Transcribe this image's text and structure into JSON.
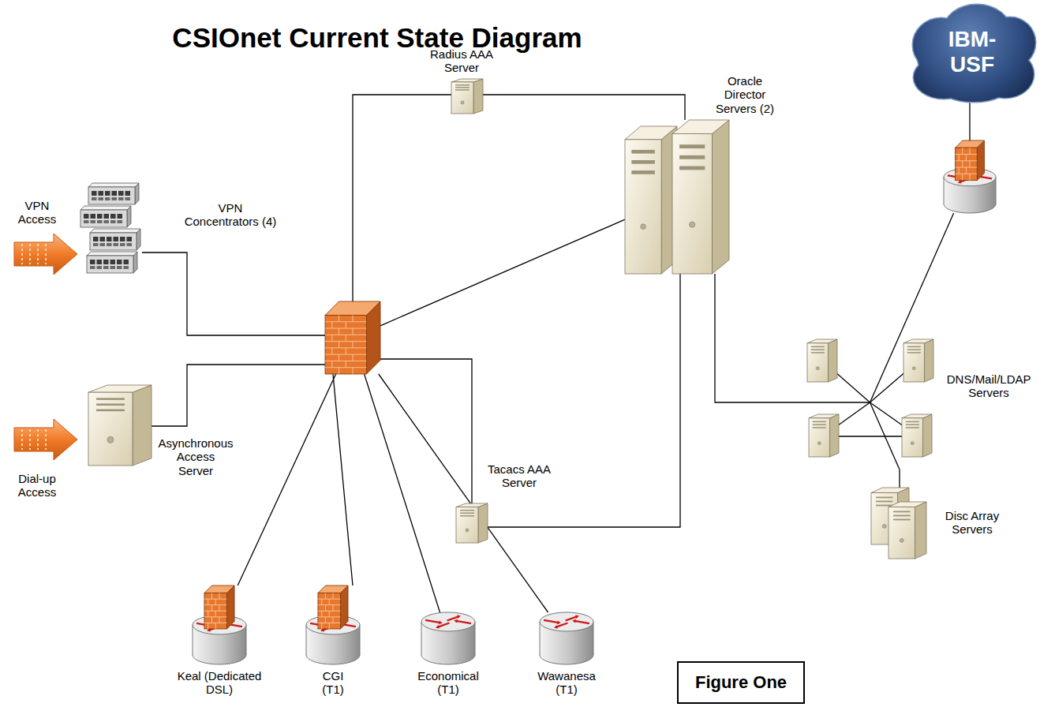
{
  "diagram": {
    "title": "CSIOnet Current State Diagram",
    "caption": "Figure One",
    "nodes": [
      {
        "text": [
          "VPN Concentrators (4)"
        ]
      },
      {
        "text": [
          "Asynchronous Access Server"
        ]
      },
      {
        "text": [
          "Radius AAA Server"
        ]
      },
      {
        "text": []
      },
      {
        "text": [
          "Tacacs AAA Server"
        ]
      },
      {
        "text": [
          "Oracle Director Servers (2)"
        ]
      },
      {
        "text": [
          "IBM-USF"
        ]
      },
      {
        "text": []
      },
      {
        "text": [
          "DNS/Mail/LDAP Servers"
        ]
      },
      {
        "text": [
          "Disc Array Servers"
        ]
      },
      {
        "text": [
          "Keal (Dedicated DSL)"
        ]
      },
      {
        "text": [
          "CGI (T1)"
        ]
      },
      {
        "text": [
          "Economical (T1)"
        ]
      },
      {
        "text": [
          "Wawanesa (T1)"
        ]
      }
    ],
    "edges": [
      {
        "from": 3,
        "to": 0,
        "arrow": "none"
      },
      {
        "from": 3,
        "to": 1,
        "arrow": "none"
      },
      {
        "from": 3,
        "to": 2,
        "arrow": "none"
      },
      {
        "from": 3,
        "to": 4,
        "arrow": "none"
      },
      {
        "from": 3,
        "to": 5,
        "arrow": "none"
      },
      {
        "from": 2,
        "to": 5,
        "arrow": "none"
      },
      {
        "from": 4,
        "to": 5,
        "arrow": "none"
      },
      {
        "from": 5,
        "to": 8,
        "arrow": "none"
      },
      {
        "from": 7,
        "to": 6,
        "arrow": "none"
      },
      {
        "from": 7,
        "to": 8,
        "arrow": "none"
      },
      {
        "from": 8,
        "to": 9,
        "arrow": "none"
      },
      {
        "from": 3,
        "to": 10,
        "arrow": "none"
      },
      {
        "from": 3,
        "to": 11,
        "arrow": "none"
      },
      {
        "from": 3,
        "to": 12,
        "arrow": "none"
      },
      {
        "from": 3,
        "to": 13,
        "arrow": "none"
      }
    ],
    "labels": [
      "VPN Access",
      "Dial-up Access"
    ]
  }
}
